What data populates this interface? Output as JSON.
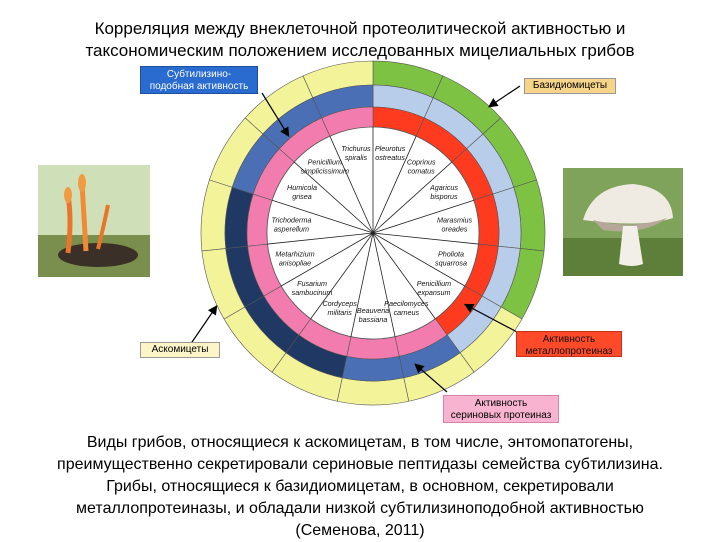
{
  "title": {
    "line1": "Корреляция между внеклеточной протеолитической активностью и",
    "line2": "таксономическим положением исследованных мицелиальных грибов"
  },
  "labels": {
    "subtilisin_line1": "Субтилизино-",
    "subtilisin_line2": "подобная активность",
    "basidiomycetes": "Базидиомицеты",
    "ascomycetes": "Аскомицеты",
    "metallo_line1": "Активность",
    "metallo_line2": "металлопротеиназ",
    "serine_line1": "Активность",
    "serine_line2": "сериновых протеиназ"
  },
  "species": [
    "Pleurotus ostreatus",
    "Coprinus comatus",
    "Agaricus bisporus",
    "Marasmius oreades",
    "Pholiota squarrosa",
    "Penicillium expansum",
    "Paecilomyces carneus",
    "Beauveria bassiana",
    "Cordyceps militaris",
    "Fusarium sambucinum",
    "Metarhizium anisopliae",
    "Trichoderma asperellum",
    "Humicola grisea",
    "Penicillium simplicissimum",
    "Trichurus spiralis"
  ],
  "caption": {
    "line1": "Виды грибов, относящиеся к аскомицетам, в том числе, энтомопатогены,",
    "line2": "преимущественно секретировали сериновые пептидазы семейства субтилизина.",
    "line3": "Грибы, относящиеся к базидиомицетам, в основном, секретировали",
    "line4": "металлопротеиназы, и обладали низкой субтилизиноподобной активностью",
    "line5": "(Семенова, 2011)"
  },
  "colors": {
    "yellow": "#f3f39a",
    "green": "#7dc242",
    "dark_blue": "#1f3864",
    "mid_blue": "#4a6fb5",
    "light_blue": "#b8cdea",
    "red": "#ff3b1f",
    "pink": "#f27cae",
    "blue_label": "#2a6bd0",
    "amber_label": "#f6d48a",
    "pink_label": "#f7b3cf"
  }
}
